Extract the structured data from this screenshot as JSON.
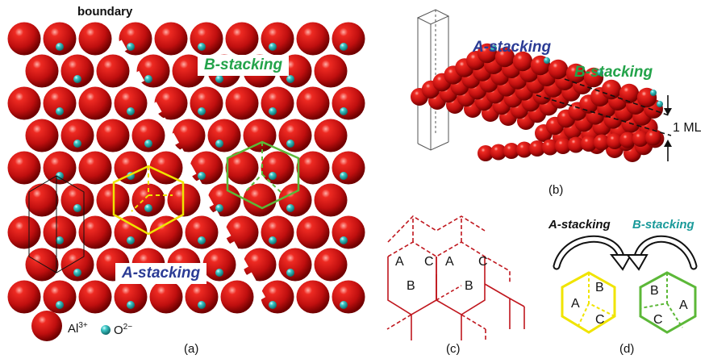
{
  "panel_a": {
    "boundary_label": "boundary",
    "b_stacking_label": "B-stacking",
    "a_stacking_label": "A-stacking",
    "legend": {
      "al_base": "Al",
      "al_sup": "3+",
      "o_base": "O",
      "o_sup": "2−"
    },
    "caption": "(a)"
  },
  "panel_b": {
    "a_stacking_label": "A-stacking",
    "b_stacking_label": "B-stacking",
    "ml_label": "1 ML",
    "caption": "(b)"
  },
  "panel_c": {
    "letters": [
      "A",
      "C",
      "A",
      "C",
      "B",
      "B"
    ],
    "caption": "(c)"
  },
  "panel_d": {
    "a_stacking_label": "A-stacking",
    "b_stacking_label": "B-stacking",
    "left_hex_letters": [
      "A",
      "B",
      "C"
    ],
    "right_hex_letters": [
      "B",
      "A",
      "C"
    ],
    "caption": "(d)"
  },
  "colors": {
    "al": "#cc1111",
    "oxygen": "#2ab5b5",
    "a_stacking_text": "#2b3b95",
    "b_stacking_text": "#23a34a",
    "yellow_hex": "#f0e400",
    "green_hex": "#5cb838",
    "grid_red": "#c0171e",
    "d_b_label": "#1a9a9a"
  }
}
